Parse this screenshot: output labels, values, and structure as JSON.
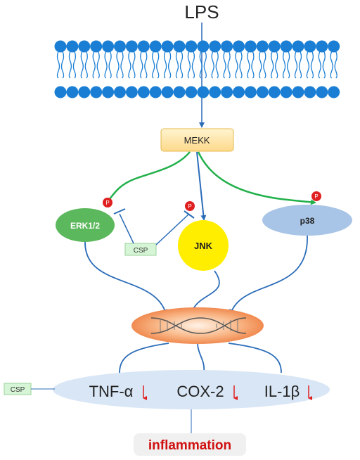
{
  "stimulus": {
    "label": "LPS"
  },
  "kinase_top": {
    "label": "MEKK"
  },
  "mapks": {
    "erk": {
      "label": "ERK1/2"
    },
    "jnk": {
      "label": "JNK"
    },
    "p38": {
      "label": "p38"
    }
  },
  "phospho_marker": {
    "label": "P"
  },
  "inhibitor": {
    "label": "CSP"
  },
  "cytokines": [
    {
      "label": "TNF-α",
      "trend": "↓"
    },
    {
      "label": "COX-2",
      "trend": "↓"
    },
    {
      "label": "IL-1β",
      "trend": "↓"
    }
  ],
  "outcome": {
    "label": "inflammation"
  },
  "colors": {
    "membrane": "#1a7fd4",
    "green_arrow": "#22b04b",
    "blue_arrow": "#2b6cb8",
    "erk_fill": "#5cb85c",
    "jnk_fill": "#ffee00",
    "p38_fill": "#a8c4e6",
    "mekk_fill": "#fde3a0",
    "csp_fill": "#d6f5d6",
    "cytokine_fill": "#d9e6f5",
    "phospho_fill": "#e02020",
    "down_arrow": "#e02020",
    "outcome_text": "#d01010",
    "outcome_bg": "#f0f0f0"
  }
}
